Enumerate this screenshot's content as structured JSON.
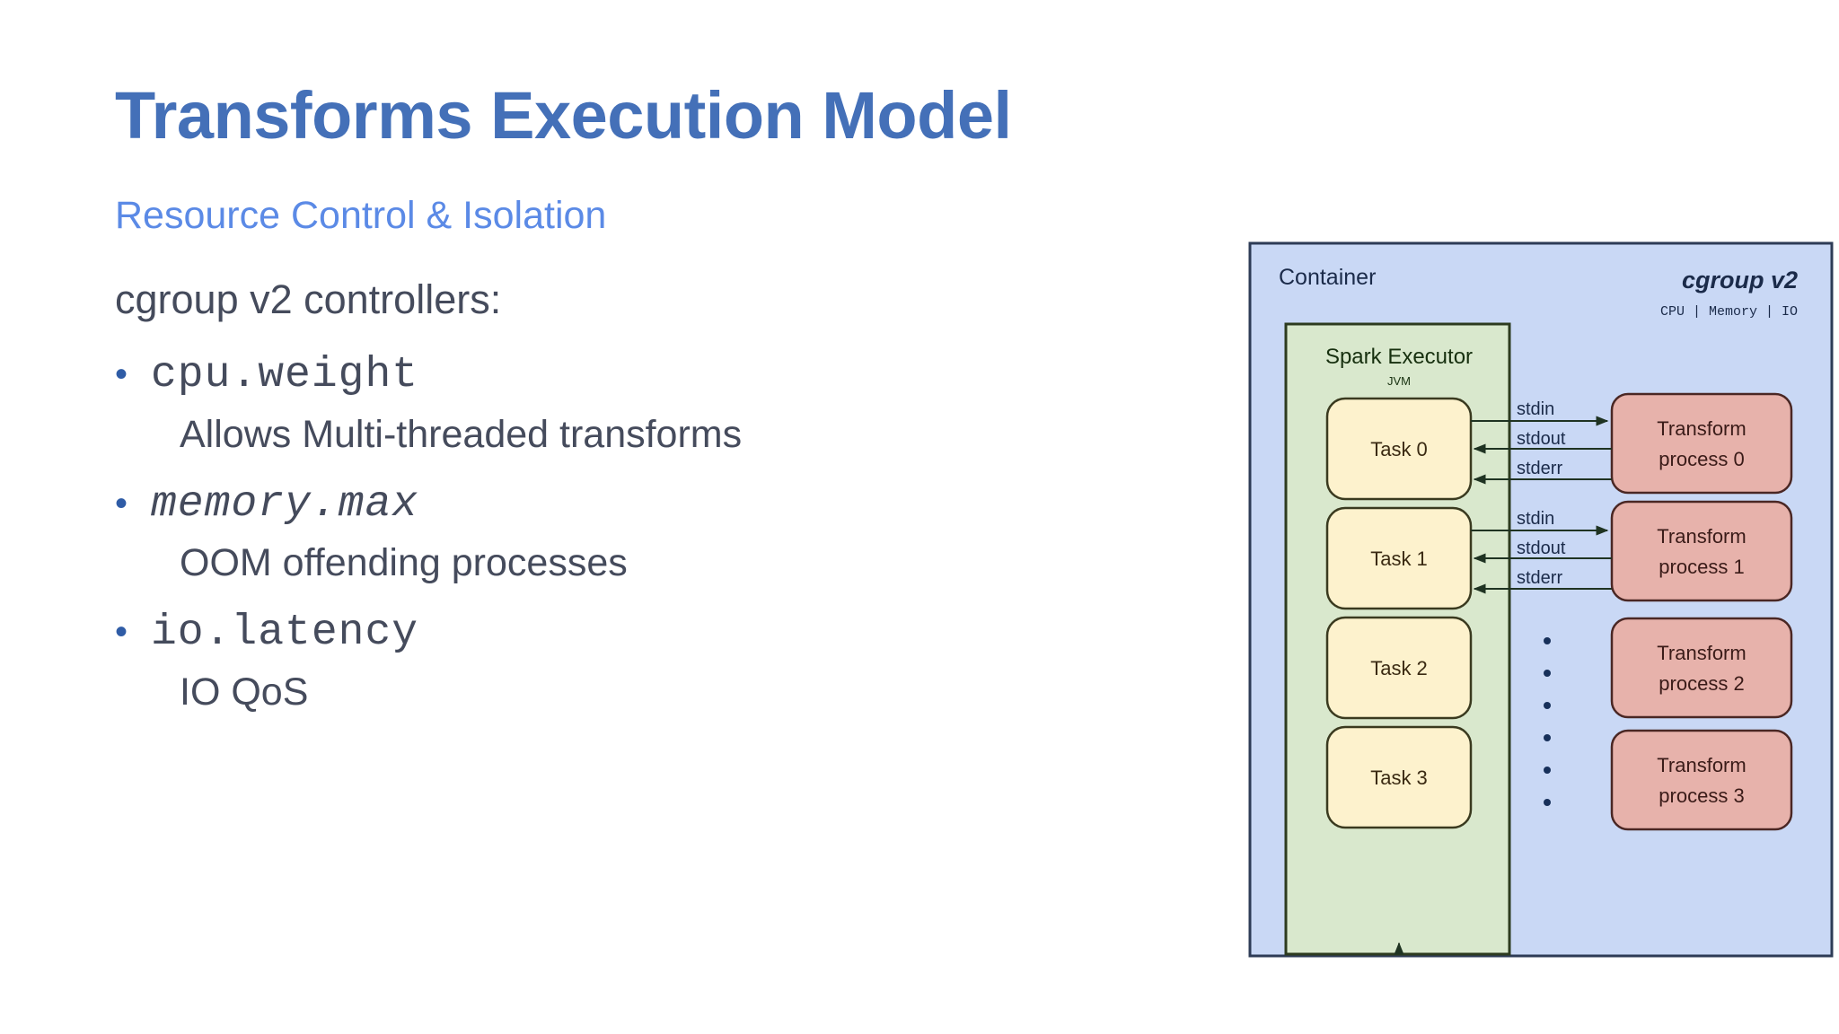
{
  "slide": {
    "title": "Transforms Execution Model",
    "subtitle": "Resource Control & Isolation",
    "title_color": "#4470b8",
    "subtitle_color": "#5b8ae6",
    "body_color": "#454b5c",
    "background": "#ffffff"
  },
  "content": {
    "lead": "cgroup v2 controllers:",
    "bullets": [
      {
        "dot": "•",
        "code": "cpu.weight",
        "style": "mono",
        "detail": "Allows Multi-threaded transforms"
      },
      {
        "dot": "•",
        "code": "memory.max",
        "style": "mono-italic",
        "detail": "OOM offending processes"
      },
      {
        "dot": "•",
        "code": "io.latency",
        "style": "mono",
        "detail": "IO QoS"
      }
    ]
  },
  "diagram": {
    "container_label": "Container",
    "cgroup_label": "cgroup v2",
    "controllers_label": "CPU | Memory | IO",
    "executor_label": "Spark Executor",
    "executor_sub_label": "JVM",
    "tasks": [
      "Task 0",
      "Task 1",
      "Task 2",
      "Task 3"
    ],
    "processes": [
      "Transform process 0",
      "Transform process 1",
      "Transform process 2",
      "Transform process 3"
    ],
    "process_lines": [
      [
        "Transform",
        "process 0"
      ],
      [
        "Transform",
        "process 1"
      ],
      [
        "Transform",
        "process 2"
      ],
      [
        "Transform",
        "process 3"
      ]
    ],
    "streams": [
      "stdin",
      "stdout",
      "stderr"
    ],
    "stream_rows": [
      [
        "stdin",
        "stdout",
        "stderr"
      ],
      [
        "stdin",
        "stdout",
        "stderr"
      ]
    ],
    "ellipsis_dots": 6,
    "colors": {
      "container_fill": "#c9d8f5",
      "container_stroke": "#2d3b56",
      "executor_fill": "#d9e8cd",
      "executor_stroke": "#2d3b1f",
      "task_fill": "#fdf2cd",
      "task_stroke": "#3a3a1f",
      "process_fill": "#e7b2ab",
      "process_stroke": "#4a2724",
      "arrow": "#1f3322"
    }
  }
}
